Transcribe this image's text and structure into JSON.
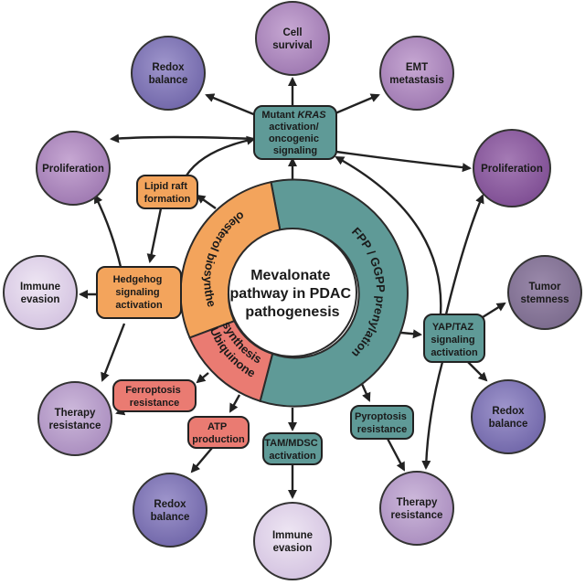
{
  "center": {
    "lines": [
      "Mevalonate",
      "pathway in PDAC",
      "pathogenesis"
    ]
  },
  "ring": {
    "cholesterol": "Cholesterol biosynthesis",
    "ubiquinone_1": "Ubiquinone",
    "ubiquinone_2": "synthesis",
    "prenylation": "FPP / GGPP prenylation"
  },
  "nodes": {
    "kras": {
      "line1_a": "Mutant ",
      "line1_b": "KRAS",
      "line2": "activation/",
      "line3": "oncogenic",
      "line4": "signaling"
    },
    "lipid_raft": [
      "Lipid raft",
      "formation"
    ],
    "hedgehog": [
      "Hedgehog",
      "signaling",
      "activation"
    ],
    "ferroptosis": [
      "Ferroptosis",
      "resistance"
    ],
    "atp": [
      "ATP",
      "production"
    ],
    "tam": [
      "TAM/MDSC",
      "activation"
    ],
    "pyroptosis": [
      "Pyroptosis",
      "resistance"
    ],
    "yap": [
      "YAP/TAZ",
      "signaling",
      "activation"
    ]
  },
  "outcomes": {
    "cell_survival": [
      "Cell",
      "survival"
    ],
    "redox_top": [
      "Redox",
      "balance"
    ],
    "emt": [
      "EMT",
      "metastasis"
    ],
    "proliferation_left": [
      "Proliferation"
    ],
    "proliferation_right": [
      "Proliferation"
    ],
    "immune_left": [
      "Immune",
      "evasion"
    ],
    "tumor_stemness": [
      "Tumor",
      "stemness"
    ],
    "therapy_left": [
      "Therapy",
      "resistance"
    ],
    "redox_right": [
      "Redox",
      "balance"
    ],
    "redox_bottom": [
      "Redox",
      "balance"
    ],
    "immune_bottom": [
      "Immune",
      "evasion"
    ],
    "therapy_right": [
      "Therapy",
      "resistance"
    ]
  },
  "colors": {
    "teal": "#5f9a97",
    "orange": "#f3a45c",
    "salmon": "#ea7b72",
    "purple_dark": "#8a5a9e",
    "purple_mid": "#ae85bf",
    "lavender_blue": "#7f74b6",
    "lavender_light": "#dbcde6"
  }
}
